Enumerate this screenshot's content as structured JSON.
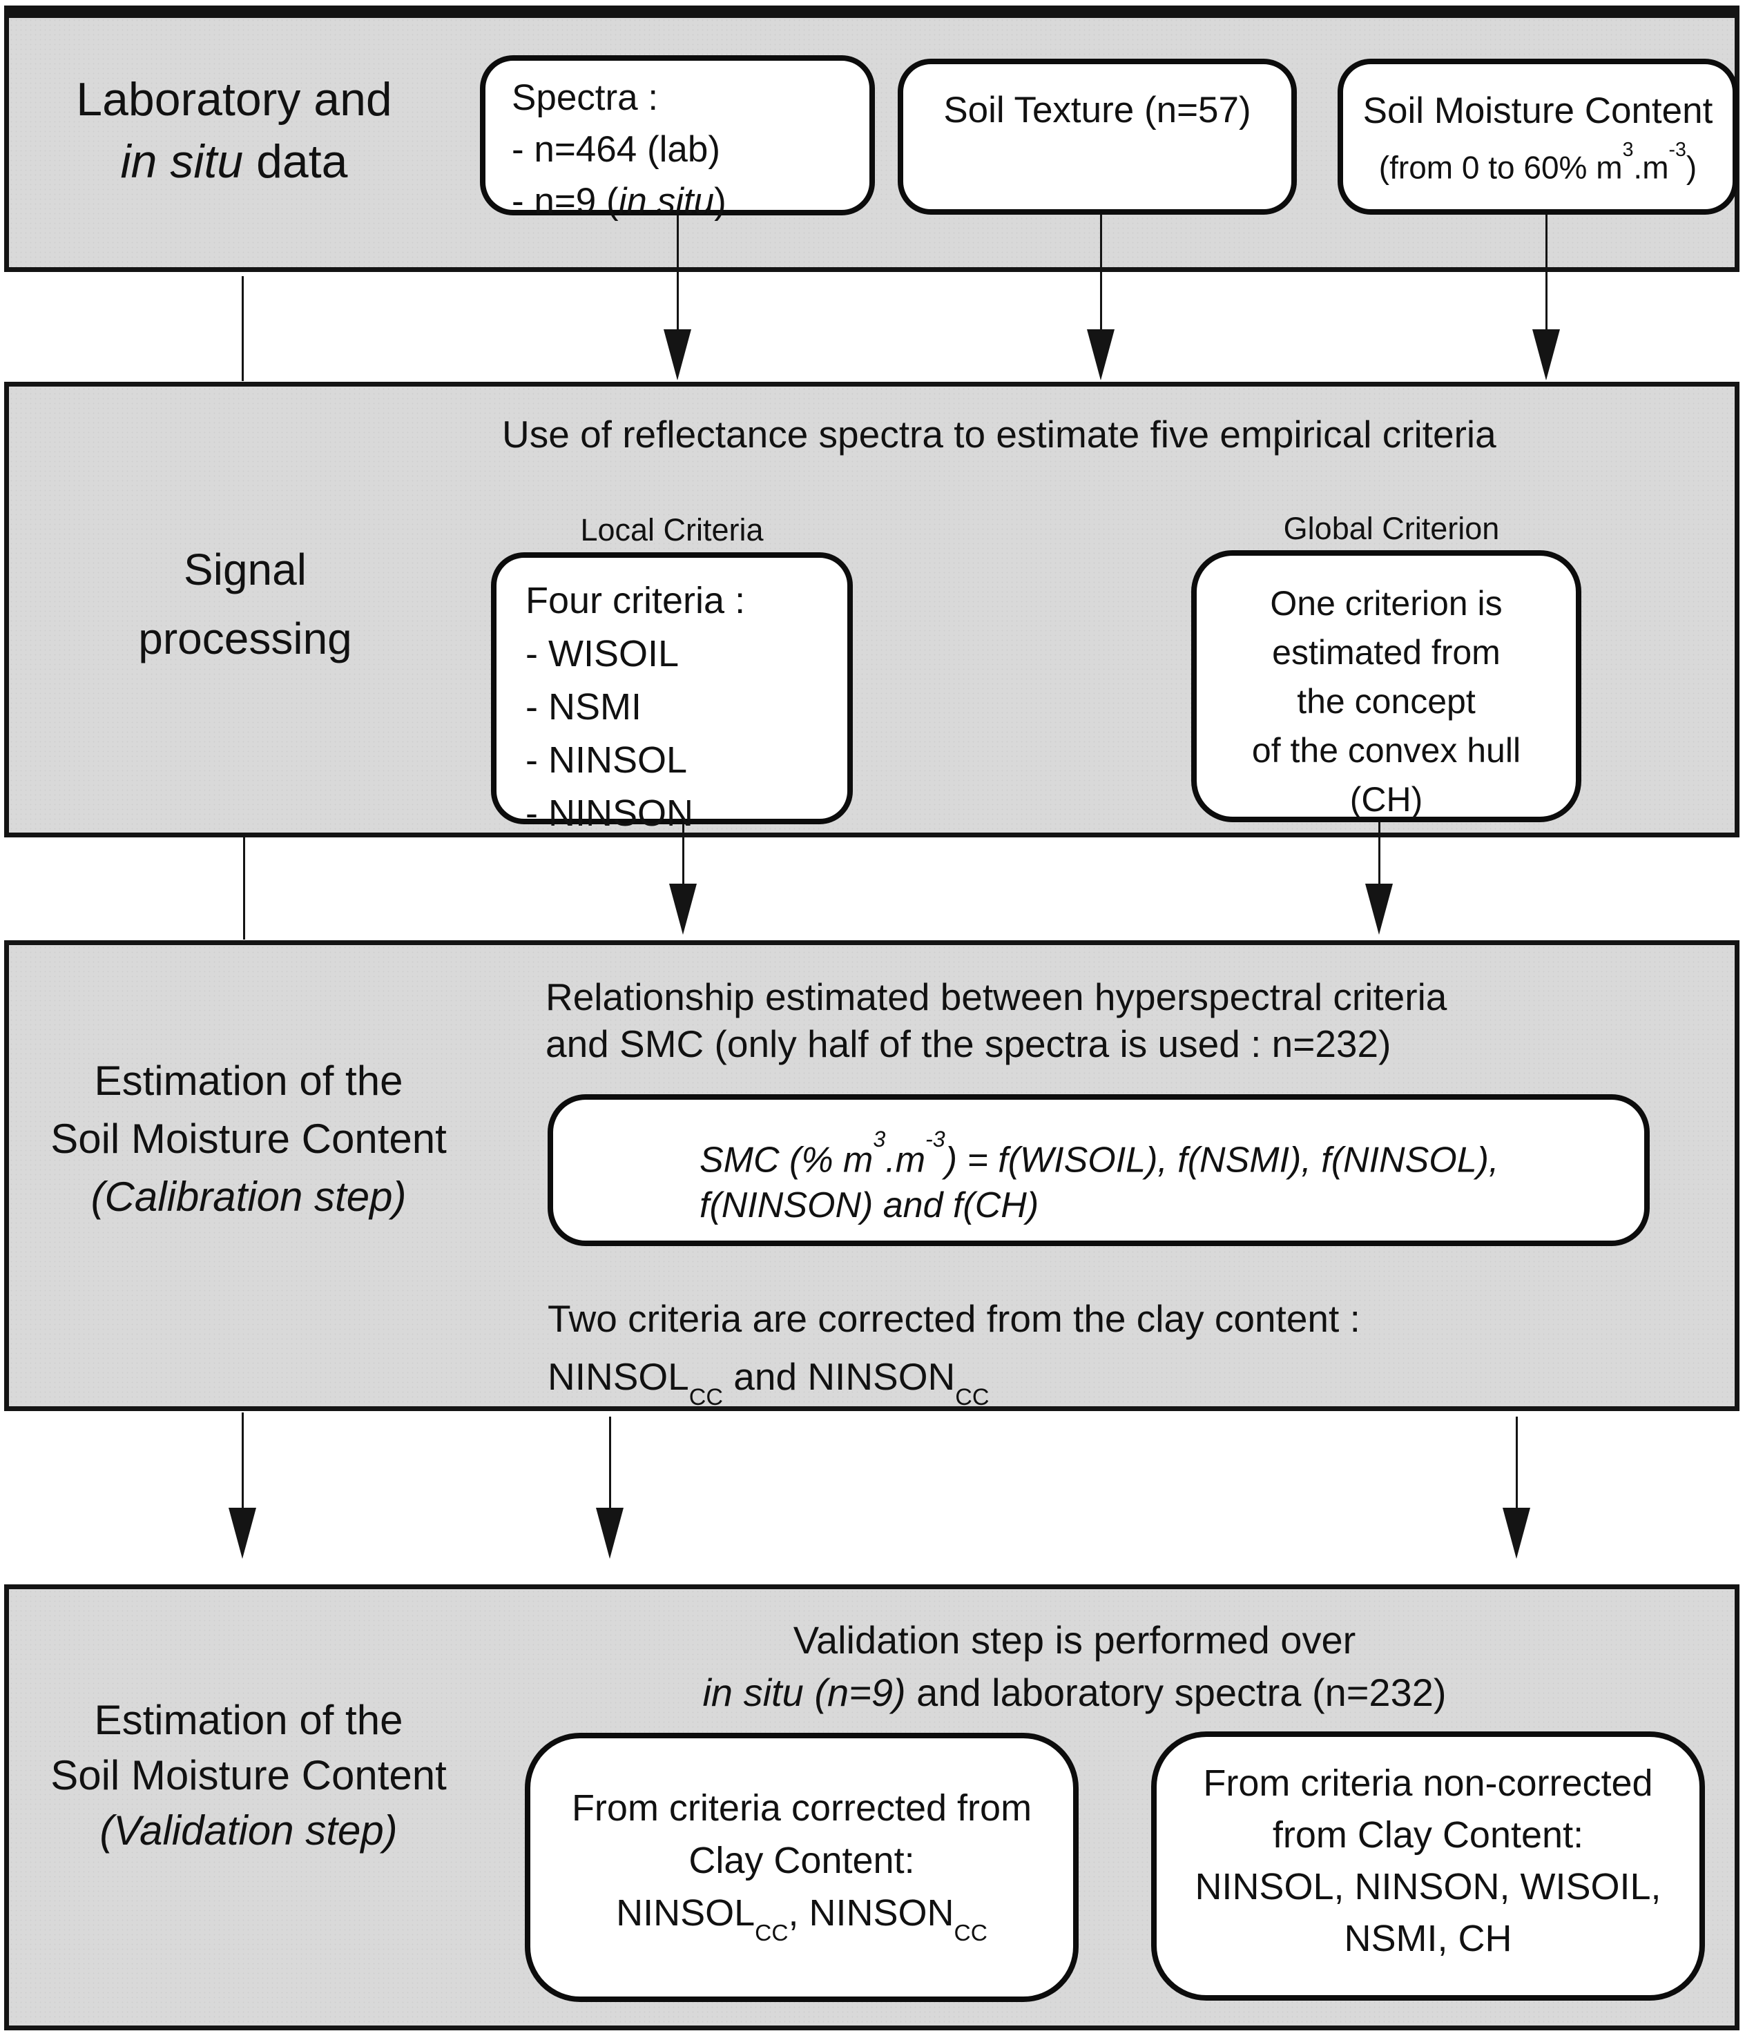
{
  "colors": {
    "band_bg": "#d9d9d9",
    "line": "#141414",
    "box_bg": "#ffffff"
  },
  "band1": {
    "label": {
      "line1": "Laboratory and",
      "line2_italic": "in situ",
      "line2_rest": " data"
    },
    "spectra_box": {
      "line1": "Spectra :",
      "line2": "- n=464 (lab)",
      "line3_pre": "- n=9 (",
      "line3_italic": "in situ",
      "line3_post": ")"
    },
    "texture_box": {
      "line1": "Soil Texture (n=57)"
    },
    "smc_box": {
      "line1": "Soil Moisture Content",
      "line2_pre": "(from 0 to 60% m",
      "line2_sup1": "3",
      "line2_mid": ".m",
      "line2_sup2": "-3",
      "line2_post": ")"
    }
  },
  "band2": {
    "heading": "Use of reflectance spectra to estimate five empirical criteria",
    "label": {
      "line1": "Signal",
      "line2": "processing"
    },
    "local_label": "Local Criteria",
    "local_box": {
      "line1": "Four criteria :",
      "item1": "- WISOIL",
      "item2": "- NSMI",
      "item3": "- NINSOL",
      "item4": "- NINSON"
    },
    "global_label": "Global Criterion",
    "global_box": {
      "line1": "One criterion is",
      "line2": "estimated from",
      "line3": "the  concept",
      "line4": "of the convex hull",
      "line5": "(CH)"
    }
  },
  "band3": {
    "heading_line1": "Relationship estimated between hyperspectral criteria",
    "heading_line2": "and SMC (only half of the spectra is used : n=232)",
    "label": {
      "line1": "Estimation of the",
      "line2": "Soil Moisture Content",
      "line3": "(Calibration step)"
    },
    "formula": {
      "p1": "SMC (% m",
      "sup1": "3",
      "p2": ".m",
      "sup2": "-3",
      "p3": ") = f(WISOIL), f(NSMI), f(NINSOL),",
      "line2": "f(NINSON) and f(CH)"
    },
    "note": {
      "line1": "Two criteria are corrected from the clay content :",
      "line2_p1": "NINSOL",
      "line2_sub1": "CC",
      "line2_p2": " and NINSON",
      "line2_sub2": "CC"
    }
  },
  "band4": {
    "heading_line1": "Validation step is performed over",
    "heading_line2_italic": "in situ (n=9)",
    "heading_line2_rest": " and laboratory spectra (n=232)",
    "label": {
      "line1": "Estimation of the",
      "line2": "Soil Moisture Content",
      "line3": "(Validation step)"
    },
    "left_box": {
      "line1": "From criteria corrected from",
      "line2": "Clay Content:",
      "line3_p1": "NINSOL",
      "line3_sub1": "CC",
      "line3_p2": ", NINSON",
      "line3_sub2": "CC"
    },
    "right_box": {
      "line1": "From criteria non-corrected",
      "line2": "from Clay Content:",
      "line3": "NINSOL, NINSON, WISOIL,",
      "line4": "NSMI, CH"
    }
  }
}
